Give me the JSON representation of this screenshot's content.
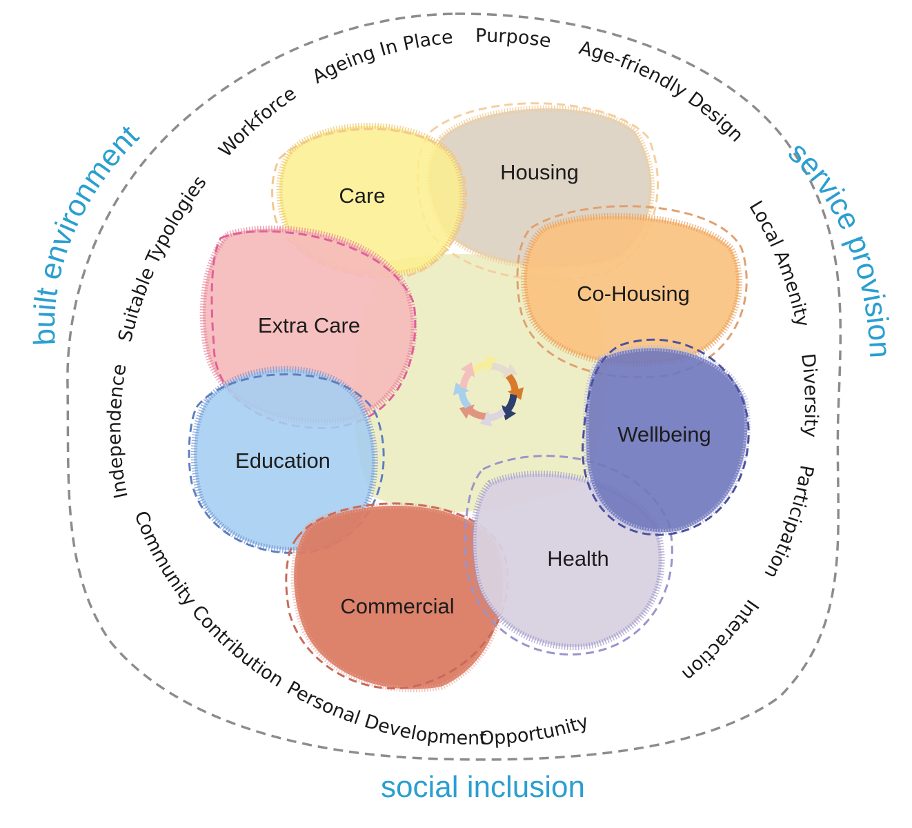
{
  "sectors": {
    "built_environment": "built environment",
    "service_provision": "service provision",
    "social_inclusion": "social inclusion"
  },
  "ring_terms": {
    "independence": "Independence",
    "suitable_typologies": "Suitable Typologies",
    "workforce": "Workforce",
    "ageing_in_place": "Ageing In Place",
    "purpose": "Purpose",
    "age_friendly_design": "Age-friendly Design",
    "local_amenity": "Local Amenity",
    "diversity": "Diversity",
    "participation": "Participation",
    "interaction": "Interaction",
    "opportunity": "Opportunity",
    "personal_development": "Personal Development",
    "community_contribution": "Community Contribution"
  },
  "blobs": {
    "care": {
      "label": "Care",
      "color": "#fbee8e"
    },
    "housing": {
      "label": "Housing",
      "color": "#ddd3c4"
    },
    "co_housing": {
      "label": "Co-Housing",
      "color": "#f9c17e"
    },
    "wellbeing": {
      "label": "Wellbeing",
      "color": "#6f77bd"
    },
    "health": {
      "label": "Health",
      "color": "#d8d1e0"
    },
    "commercial": {
      "label": "Commercial",
      "color": "#db7b63"
    },
    "education": {
      "label": "Education",
      "color": "#a4cdf0"
    },
    "extra_care": {
      "label": "Extra Care",
      "color": "#f5b9b9"
    }
  },
  "center_cycle": {
    "icon": "cycle-arrows-icon",
    "arrow_colors": [
      "#f7ee9c",
      "#e3dccf",
      "#d87a2c",
      "#2f3f6c",
      "#dcd6e0",
      "#e0957f",
      "#a8d0ec",
      "#f3c1bd"
    ]
  },
  "colors": {
    "accent_blue": "#2a9fd0",
    "boundary_gray": "#8c8c8c",
    "center_fill": "#eeeec6"
  }
}
